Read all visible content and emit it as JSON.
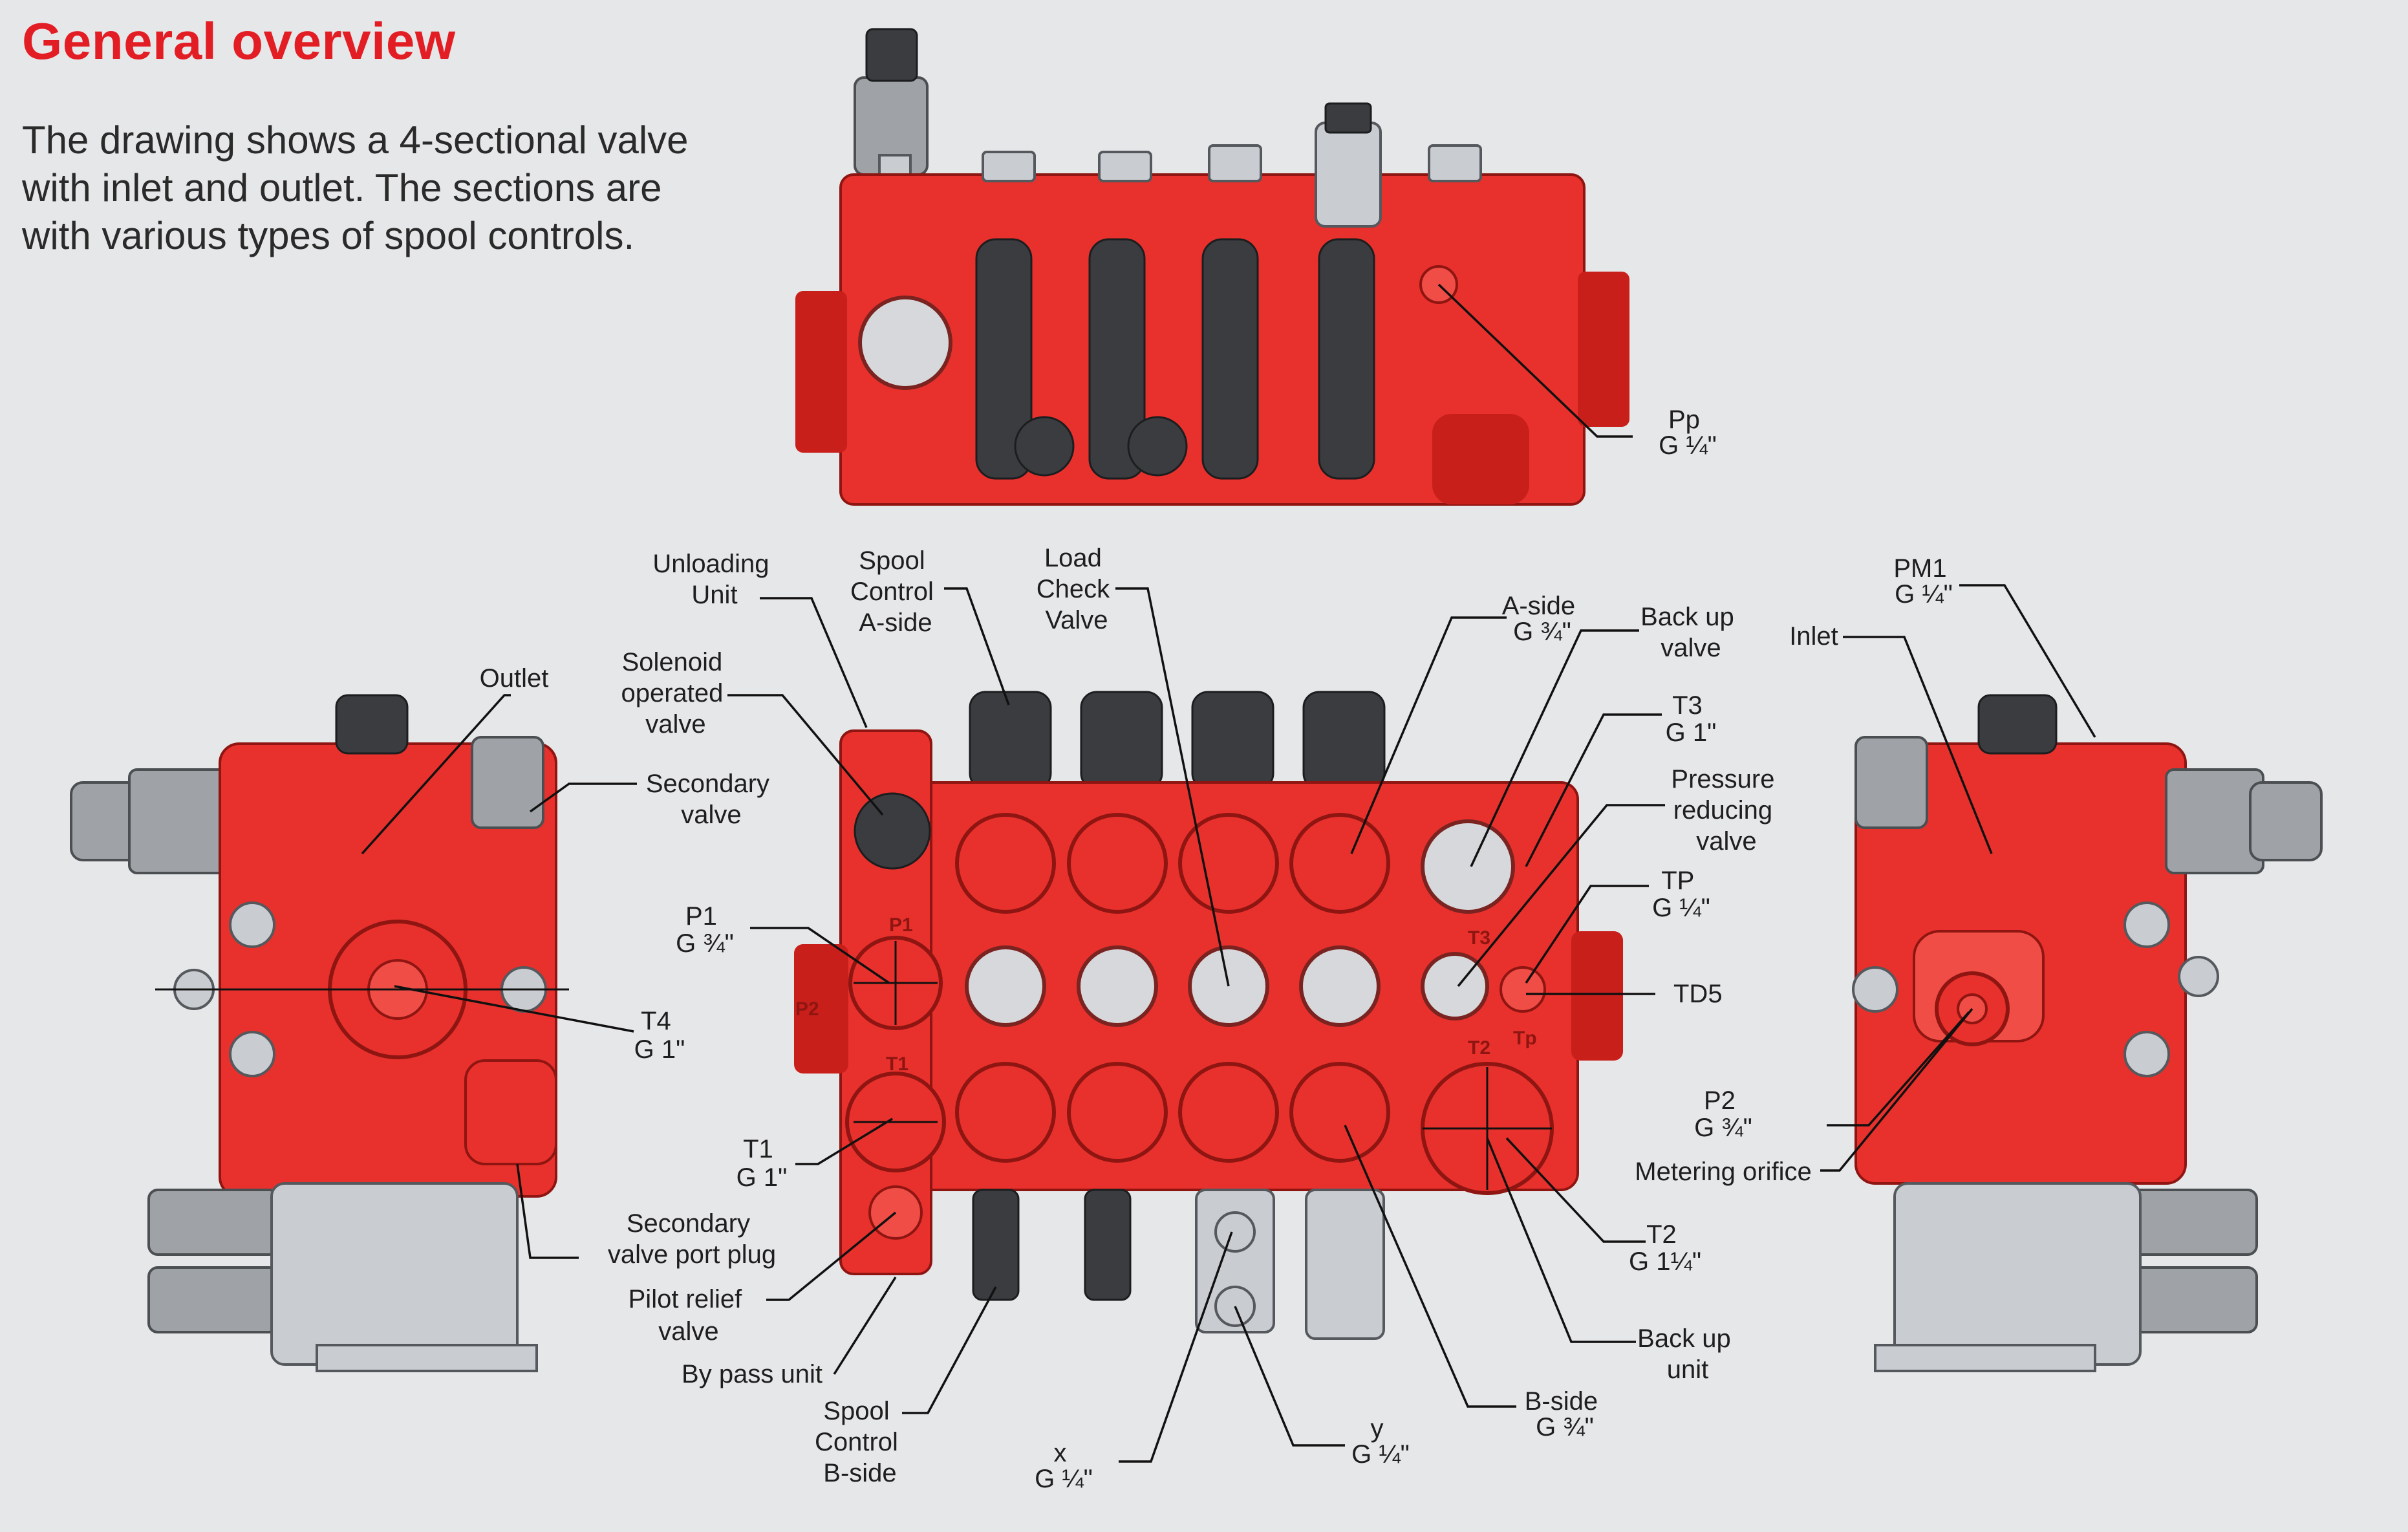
{
  "header": {
    "title": "General overview",
    "description_lines": [
      "The drawing shows a 4-sectional valve",
      "with inlet and outlet. The sections are",
      "with various types of spool controls."
    ]
  },
  "colors": {
    "title": "#e31d24",
    "valve_body": "#e8312c",
    "background": "#e6e7e9"
  },
  "views": {
    "top": {
      "labels": {
        "pp": [
          "Pp",
          "G ¼\""
        ]
      }
    },
    "left": {
      "labels": {
        "outlet": [
          "Outlet"
        ],
        "secondary_valve": [
          "Secondary",
          "valve"
        ],
        "t4": [
          "T4",
          "G 1\""
        ],
        "secondary_valve_port_plug": [
          "Secondary",
          "valve port plug"
        ]
      }
    },
    "front": {
      "labels": {
        "unloading_unit": [
          "Unloading",
          "Unit"
        ],
        "spool_control_a": [
          "Spool",
          "Control",
          "A-side"
        ],
        "load_check_valve": [
          "Load",
          "Check",
          "Valve"
        ],
        "a_side": [
          "A-side",
          "G ¾\""
        ],
        "back_up_valve": [
          "Back up",
          "valve"
        ],
        "solenoid_valve": [
          "Solenoid",
          "operated",
          "valve"
        ],
        "t3": [
          "T3",
          "G 1\""
        ],
        "pressure_reducing_valve": [
          "Pressure",
          "reducing",
          "valve"
        ],
        "p1": [
          "P1",
          "G ¾\""
        ],
        "tp": [
          "TP",
          "G ¼\""
        ],
        "td5": [
          "TD5"
        ],
        "t1": [
          "T1",
          "G 1\""
        ],
        "t2": [
          "T2",
          "G 1¼\""
        ],
        "pilot_relief_valve": [
          "Pilot relief",
          "valve"
        ],
        "by_pass_unit": [
          "By pass unit"
        ],
        "back_up_unit": [
          "Back up",
          "unit"
        ],
        "spool_control_b": [
          "Spool",
          "Control",
          "B-side"
        ],
        "b_side": [
          "B-side",
          "G ¾\""
        ],
        "x_port": [
          "x",
          "G ¼\""
        ],
        "y_port": [
          "y",
          "G ¼\""
        ]
      },
      "port_marks": [
        "P1",
        "T3",
        "T2",
        "Tp",
        "P2",
        "T1"
      ]
    },
    "right": {
      "labels": {
        "pm1": [
          "PM1",
          "G ¼\""
        ],
        "inlet": [
          "Inlet"
        ],
        "p2": [
          "P2",
          "G ¾\""
        ],
        "metering_orifice": [
          "Metering orifice"
        ]
      }
    }
  }
}
